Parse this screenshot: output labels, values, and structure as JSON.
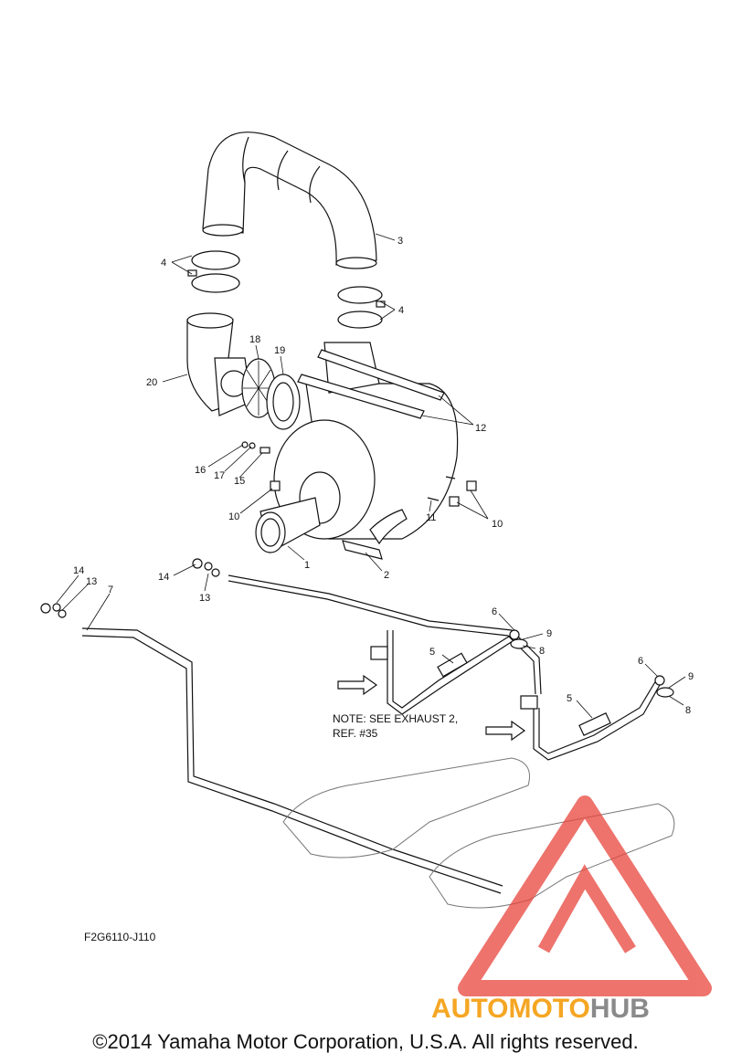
{
  "callouts": {
    "c1": "1",
    "c2": "2",
    "c3": "3",
    "c4a": "4",
    "c4b": "4",
    "c5a": "5",
    "c5b": "5",
    "c6a": "6",
    "c6b": "6",
    "c7": "7",
    "c8a": "8",
    "c8b": "8",
    "c9a": "9",
    "c9b": "9",
    "c10a": "10",
    "c10b": "10",
    "c11": "11",
    "c12": "12",
    "c13a": "13",
    "c13b": "13",
    "c14a": "14",
    "c14b": "14",
    "c15": "15",
    "c16": "16",
    "c17": "17",
    "c18": "18",
    "c19": "19",
    "c20": "20"
  },
  "note": {
    "line1": "NOTE: SEE EXHAUST 2,",
    "line2": "REF. #35"
  },
  "drawing_code": "F2G6110-J110",
  "watermark": {
    "part1": "AUTOMOTO",
    "part2": "HUB",
    "color_primary": "#f5a623",
    "color_secondary": "#8a8a8a",
    "logo_color": "#e8453c"
  },
  "copyright": "©2014 Yamaha Motor Corporation, U.S.A. All rights reserved."
}
